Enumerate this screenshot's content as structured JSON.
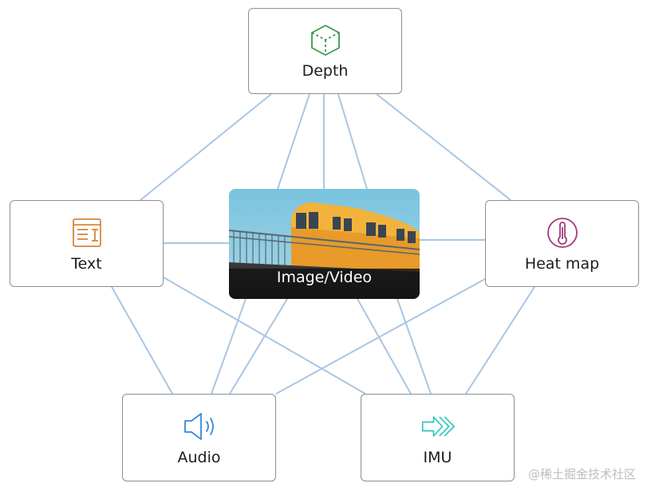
{
  "diagram": {
    "center": {
      "label": "Image/Video"
    },
    "nodes": {
      "depth": {
        "label": "Depth",
        "icon": "cube-icon",
        "color": "#3a9a4a"
      },
      "text": {
        "label": "Text",
        "icon": "text-document-icon",
        "color": "#d9863a"
      },
      "heat_map": {
        "label": "Heat map",
        "icon": "thermometer-icon",
        "color": "#a23a7a"
      },
      "audio": {
        "label": "Audio",
        "icon": "speaker-icon",
        "color": "#3a86d9"
      },
      "imu": {
        "label": "IMU",
        "icon": "motion-arrows-icon",
        "color": "#2cc6c0"
      }
    },
    "edge_color": "#a9c6e3"
  },
  "watermark": "@稀土掘金技术社区"
}
